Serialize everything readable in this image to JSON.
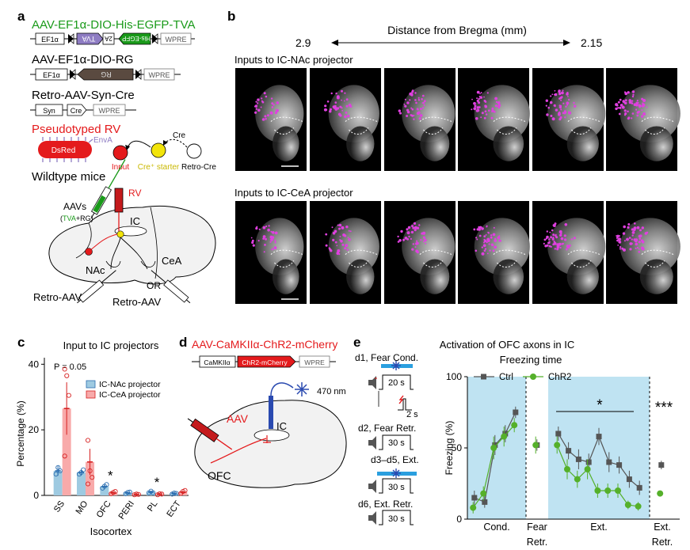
{
  "panel_letters": {
    "a": "a",
    "b": "b",
    "c": "c",
    "d": "d",
    "e": "e"
  },
  "colors": {
    "green": "#1a9a1a",
    "red": "#e41a1c",
    "purple": "#8e7cc3",
    "dark_rg": "#5a4a40",
    "magenta": "#e040e0",
    "blue_shade": "#bfe3f2",
    "light_blue_bar": "#9ecae1",
    "light_red_bar": "#f8aaaa",
    "ctrl": "#555555",
    "chr2": "#55b02a",
    "laser": "#2a9fdf"
  },
  "panel_a": {
    "construct1": {
      "title": "AAV-EF1α-DIO-His-EGFP-TVA",
      "ef1a": "EF1α",
      "tva": "TVA",
      "a2": "2A",
      "his_egfp": "His-EGFP",
      "wpre": "WPRE"
    },
    "construct2": {
      "title": "AAV-EF1α-DIO-RG",
      "ef1a": "EF1α",
      "rg": "RG",
      "wpre": "WPRE"
    },
    "construct3": {
      "title": "Retro-AAV-Syn-Cre",
      "syn": "Syn",
      "cre": "Cre",
      "wpre": "WPRE"
    },
    "rv": {
      "title": "Pseudotyped RV",
      "dsred": "DsRed",
      "enva": "EnvA",
      "cre_label": "Cre",
      "input": "Input",
      "starter": "Cre⁺ starter",
      "retro_cre": "Retro-Cre"
    },
    "mouse": {
      "title": "Wildtype mice",
      "aavs": "AAVs",
      "tva_rg_open": "(",
      "tva": "TVA",
      "tva_rg_plus": "+RG)",
      "rv": "RV",
      "ic": "IC",
      "cea": "CeA",
      "nac": "NAc",
      "or": "OR",
      "retro_left": "Retro-AAV",
      "retro_right": "Retro-AAV"
    }
  },
  "panel_b": {
    "axis_title": "Distance from Bregma (mm)",
    "left_value": "2.9",
    "right_value": "2.15",
    "row1_title": "Inputs to IC-NAc projector",
    "row2_title": "Inputs to IC-CeA projector"
  },
  "panel_c": {
    "title": "Input to IC projectors",
    "pvalue": "P = 0.05",
    "legend1": "IC-NAc projector",
    "legend2": "IC-CeA projector",
    "ylabel": "Percentage (%)",
    "xlabel": "Isocortex",
    "chart_data": {
      "type": "bar",
      "categories": [
        "SS",
        "MO",
        "OFC",
        "PERI",
        "PL",
        "ECT"
      ],
      "series": [
        {
          "name": "IC-NAc projector",
          "values": [
            7.5,
            7.0,
            2.7,
            0.8,
            1.0,
            0.6
          ],
          "err": [
            1.5,
            1.0,
            0.8,
            0.3,
            0.4,
            0.3
          ],
          "points": [
            [
              6.5,
              8.5,
              7.5
            ],
            [
              6.5,
              7.0,
              7.8
            ],
            [
              2.2,
              2.8,
              3.3
            ],
            [
              0.5,
              0.9,
              1.0
            ],
            [
              0.8,
              1.3,
              0.8
            ],
            [
              0.4,
              0.7,
              0.6
            ]
          ]
        },
        {
          "name": "IC-CeA projector",
          "values": [
            26.5,
            10.2,
            0.8,
            0.3,
            0.4,
            1.0
          ],
          "err": [
            8.0,
            4.0,
            0.4,
            0.2,
            0.2,
            0.4
          ],
          "points": [
            [
              38.5,
              36.5,
              30.5,
              12.0
            ],
            [
              16.8,
              7.5,
              5.5,
              3.5
            ],
            [
              0.5,
              0.9,
              1.2
            ],
            [
              0.2,
              0.4,
              0.3
            ],
            [
              0.2,
              0.5,
              0.4
            ],
            [
              0.6,
              1.2,
              1.5
            ]
          ]
        }
      ],
      "yticks": [
        "0",
        "20",
        "40"
      ],
      "ylim": [
        0,
        42
      ],
      "star_labels": [
        {
          "category": "OFC",
          "text": "*"
        },
        {
          "category": "PL",
          "text": "*"
        }
      ]
    }
  },
  "panel_d": {
    "title": "AAV-CaMKIIα-ChR2-mCherry",
    "camk": "CaMKIIα",
    "chr2": "ChR2-mCherry",
    "wpre": "WPRE",
    "laser": "470 nm",
    "aav": "AAV",
    "ic": "IC",
    "ofc": "OFC"
  },
  "panel_e": {
    "title": "Activation of OFC axons in IC",
    "protocol": {
      "d1": "d1, Fear Cond.",
      "d1_time": "20 s",
      "d1_shock": "2 s",
      "d2": "d2, Fear Retr.",
      "d2_time": "30 s",
      "d3": "d3–d5, Ext.",
      "d3_time": "30 s",
      "d6": "d6, Ext. Retr.",
      "d6_time": "30 s"
    },
    "chart_title": "Freezing time",
    "ylabel": "Freezing (%)",
    "yticks": [
      "0",
      "50",
      "100"
    ],
    "phase_labels": [
      {
        "line1": "Cond.",
        "line2": ""
      },
      {
        "line1": "Fear",
        "line2": "Retr."
      },
      {
        "line1": "Ext.",
        "line2": ""
      },
      {
        "line1": "Ext.",
        "line2": "Retr."
      }
    ],
    "sig_ext": "*",
    "sig_extretr": "***",
    "chart_data": {
      "type": "line",
      "ylim": [
        0,
        100
      ],
      "series": [
        {
          "name": "Ctrl",
          "cond": [
            15,
            12,
            52,
            60,
            75
          ],
          "cond_err": [
            5,
            4,
            7,
            6,
            4
          ],
          "fear_retr": 52,
          "fear_retr_err": 4,
          "ext": [
            60,
            48,
            42,
            40,
            58,
            40,
            38,
            28,
            22
          ],
          "ext_err": [
            5,
            6,
            7,
            6,
            6,
            7,
            6,
            6,
            5
          ],
          "ext_retr": 38,
          "ext_retr_err": 3
        },
        {
          "name": "ChR2",
          "cond": [
            8,
            18,
            50,
            58,
            66
          ],
          "cond_err": [
            4,
            5,
            8,
            7,
            5
          ],
          "fear_retr": 52,
          "fear_retr_err": 6,
          "ext": [
            52,
            35,
            28,
            35,
            20,
            20,
            20,
            10,
            9
          ],
          "ext_err": [
            6,
            7,
            6,
            7,
            5,
            5,
            5,
            3,
            3
          ],
          "ext_retr": 18,
          "ext_retr_err": 2
        }
      ]
    }
  }
}
